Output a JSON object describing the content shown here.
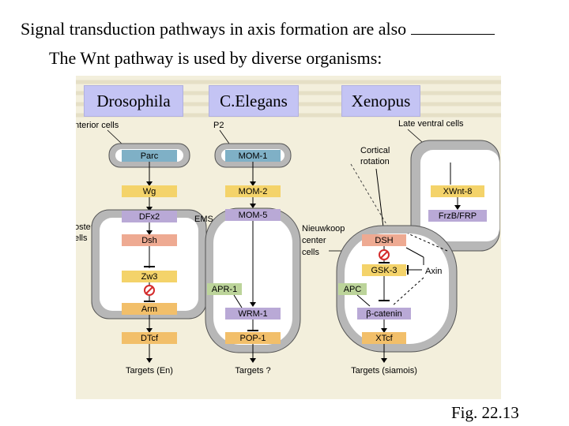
{
  "slide": {
    "title": "Signal transduction pathways in axis formation are also",
    "subtitle": "The Wnt pathway is used by diverse organisms:",
    "figure_label": "Fig. 22.13"
  },
  "organisms": [
    "Drosophila",
    "C.Elegans",
    "Xenopus"
  ],
  "drosophila": {
    "top_label": "nterior cells",
    "side_label": [
      "osterior",
      "ells"
    ],
    "boxes": [
      "Parc",
      "Wg",
      "DFx2",
      "Dsh",
      "Zw3",
      "Arm",
      "DTcf"
    ],
    "targets": "Targets (En)"
  },
  "celegans": {
    "top_label": "P2",
    "side_label": "EMS",
    "boxes": [
      "MOM-1",
      "MOM-2",
      "MOM-5",
      "APR-1",
      "WRM-1",
      "POP-1"
    ],
    "targets": "Targets ?"
  },
  "xenopus": {
    "top_label": [
      "Late ventral cells"
    ],
    "cortical": [
      "Cortical",
      "rotation"
    ],
    "nieuwkoop": [
      "Nieuwkoop",
      "center",
      "cells"
    ],
    "boxes": [
      "XWnt-8",
      "FrzB/FRP",
      "DSH",
      "GSK-3",
      "Axin",
      "APC",
      "β-catenin",
      "XTcf"
    ],
    "targets": "Targets (siamois)"
  },
  "colors": {
    "cell_fill": "#b7b7b7",
    "cell_inner": "#ffffff",
    "blue_box": "#7fb0c6",
    "yellow_box": "#f4d36a",
    "purple_box": "#b9a9d6",
    "pink_box": "#eeaa92",
    "orange_box": "#f2bf6a",
    "green_box": "#bcd49a",
    "inhibitor": "#d42b2b",
    "tab": "#c4c4f4"
  }
}
